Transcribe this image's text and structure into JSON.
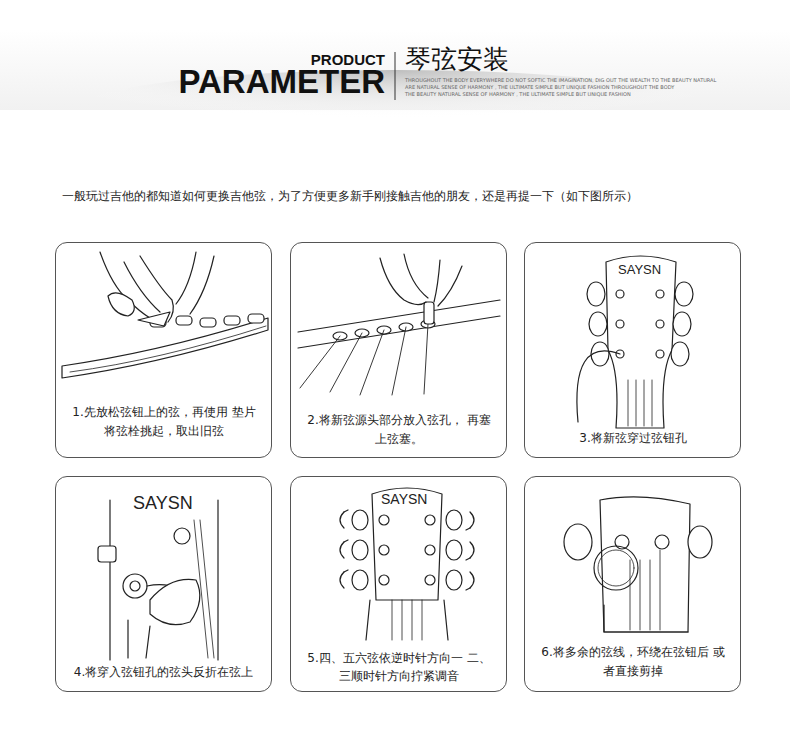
{
  "diagram": {
    "title": "琴弦安装",
    "nodes": [
      {
        "text": [
          "1.先放松弦钮上的弦，再使用 垫片将弦栓挑起，取出旧弦"
        ]
      },
      {
        "text": [
          "2.将新弦源头部分放入弦孔， 再塞上弦塞。"
        ]
      },
      {
        "text": [
          "3.将新弦穿过弦钮孔"
        ]
      },
      {
        "text": [
          "4.将穿入弦钮孔的弦头反折在弦上"
        ]
      },
      {
        "text": [
          "5.四、五六弦依逆时针方向一 二、三顺时针方向拧紧调音"
        ]
      },
      {
        "text": [
          "6.将多余的弦线，环绕在弦钮后 或者直接剪掉"
        ]
      }
    ],
    "labels": [
      "PRODUCT",
      "PARAMETER",
      "THROUGHOUT THE BODY EVERYWHERE DO NOT SOFTIC THE IMAGINATION, DIG OUT THE WEALTH TO THE BEAUTY NATURAL",
      "ARE NATURAL SENSE OF HARMONY , THE ULTIMATE SIMPLE BUT UNIQUE FASHION THROUGHOUT THE BODY",
      "THE BEAUTY NATURAL SENSE OF HARMONY , THE ULTIMATE SIMPLE BUT UNIQUE FASHION",
      "一般玩过吉他的都知道如何更换吉他弦，为了方便更多新手刚接触吉他的朋友，还是再提一下（如下图所示）",
      "SAYSN",
      "SAYSN",
      "SAYSN"
    ]
  }
}
